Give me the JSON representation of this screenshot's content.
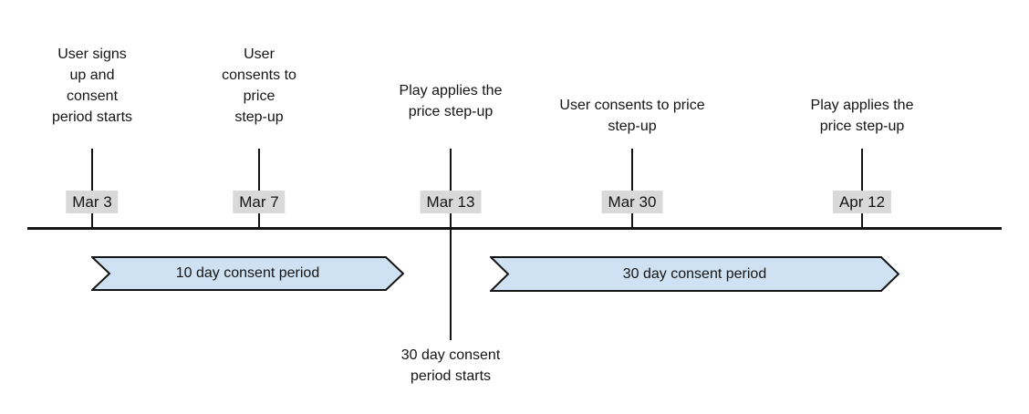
{
  "colors": {
    "background": "#ffffff",
    "line": "#141414",
    "text": "#141414",
    "banner_fill": "#cfe2f3",
    "banner_border": "#141414",
    "date_badge_bg": "#d9d9d9"
  },
  "timeline": {
    "events": [
      {
        "label": "User signs\nup and\nconsent\nperiod starts",
        "date": "Mar 3"
      },
      {
        "label": "User\nconsents to\nprice\nstep-up",
        "date": "Mar 7"
      },
      {
        "label": "Play applies the\nprice step-up",
        "date": "Mar 13"
      },
      {
        "label": "User consents to price\nstep-up",
        "date": "Mar 30"
      },
      {
        "label": "Play applies the\nprice step-up",
        "date": "Apr 12"
      }
    ],
    "periods": [
      {
        "label": "10 day consent period"
      },
      {
        "label": "30 day consent period"
      }
    ],
    "note": "30 day consent\nperiod starts"
  }
}
